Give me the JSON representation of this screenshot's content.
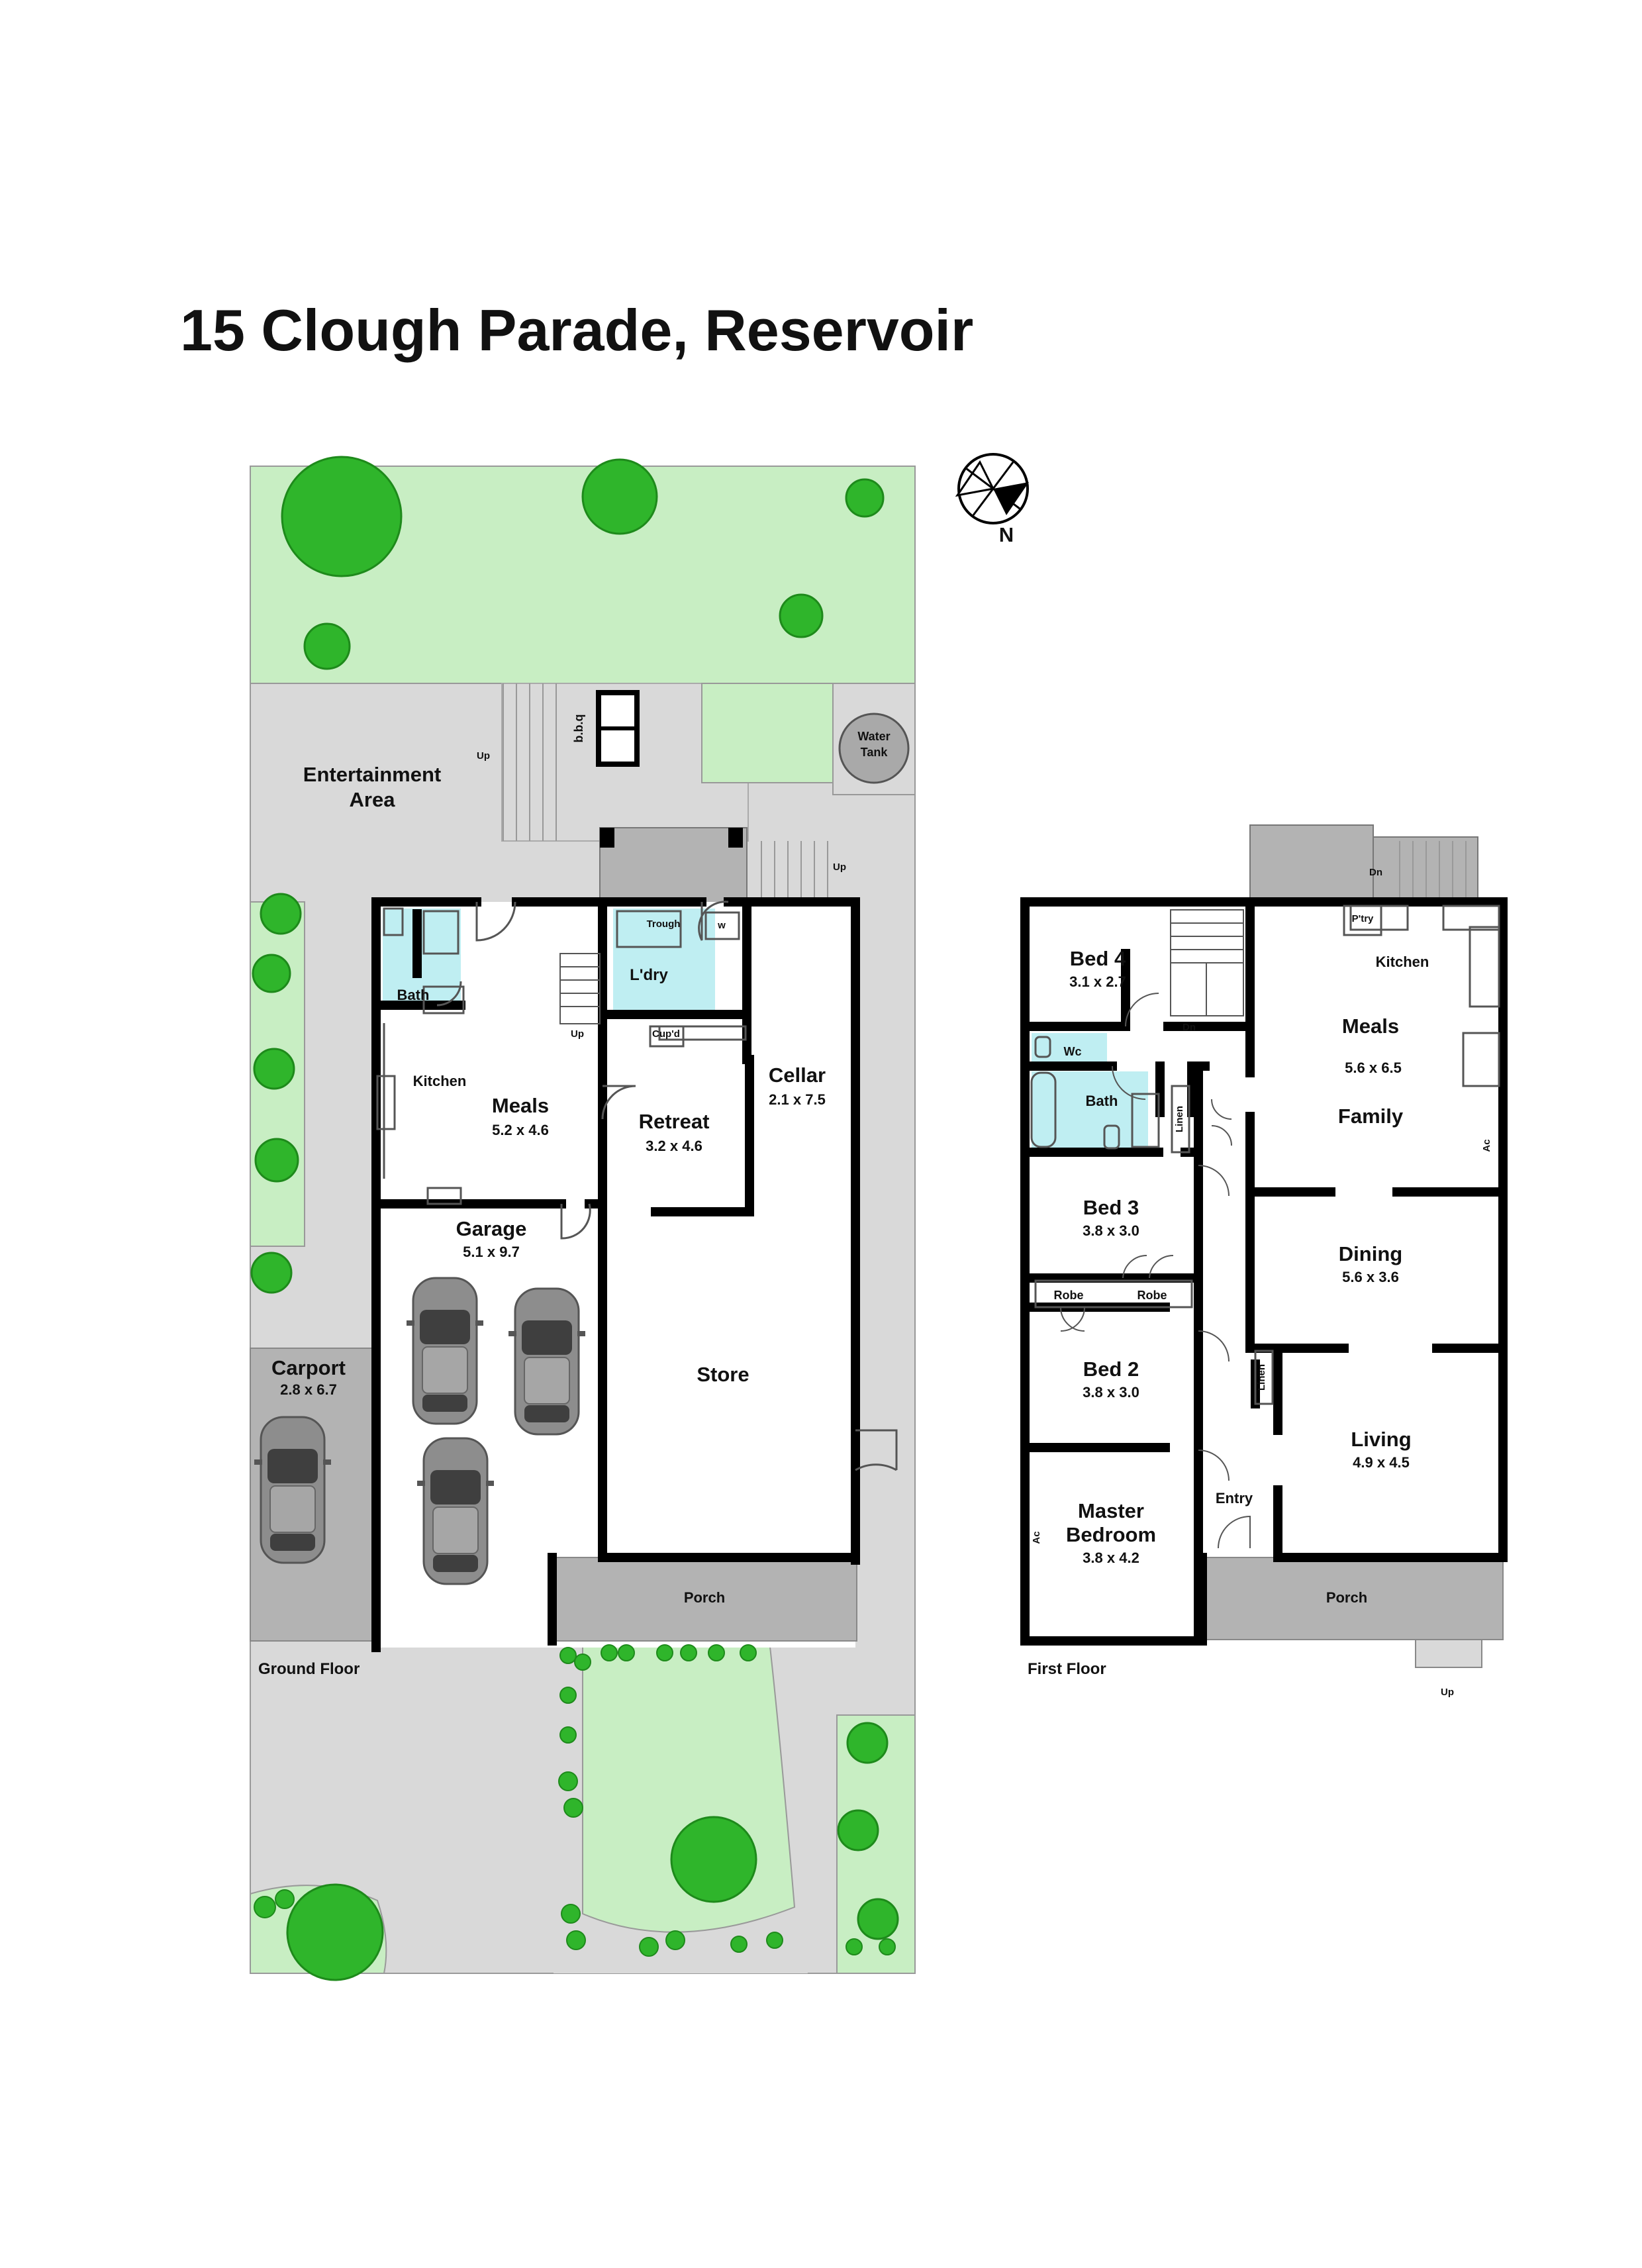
{
  "title": "15 Clough Parade, Reservoir",
  "compass": {
    "label": "N"
  },
  "ground_floor": {
    "label": "Ground Floor",
    "rooms": {
      "entertainment": "Entertainment\nArea",
      "water_tank": "Water\nTank",
      "bbq": "b.b.q",
      "bath": "Bath",
      "laundry": "L'dry",
      "trough": "Trough",
      "washer": "w",
      "cupboard": "Cup'd",
      "kitchen": "Kitchen",
      "meals": {
        "name": "Meals",
        "dims": "5.2 x 4.6"
      },
      "retreat": {
        "name": "Retreat",
        "dims": "3.2 x 4.6"
      },
      "cellar": {
        "name": "Cellar",
        "dims": "2.1 x 7.5"
      },
      "garage": {
        "name": "Garage",
        "dims": "5.1 x 9.7"
      },
      "store": "Store",
      "carport": {
        "name": "Carport",
        "dims": "2.8 x 6.7"
      },
      "porch": "Porch"
    },
    "stairs": {
      "up1": "Up",
      "up2": "Up",
      "up3": "Up"
    }
  },
  "first_floor": {
    "label": "First Floor",
    "rooms": {
      "bed4": {
        "name": "Bed 4",
        "dims": "3.1 x 2.7"
      },
      "bed3": {
        "name": "Bed 3",
        "dims": "3.8 x 3.0"
      },
      "bed2": {
        "name": "Bed 2",
        "dims": "3.8 x 3.0"
      },
      "master": {
        "name": "Master\nBedroom",
        "dims": "3.8 x 4.2"
      },
      "wc": "Wc",
      "bath": "Bath",
      "linen1": "Linen",
      "linen2": "Linen",
      "robe1": "Robe",
      "robe2": "Robe",
      "pantry": "P'try",
      "kitchen": "Kitchen",
      "meals": "Meals",
      "meals_family_dims": "5.6 x 6.5",
      "family": "Family",
      "dining": {
        "name": "Dining",
        "dims": "5.6 x 3.6"
      },
      "living": {
        "name": "Living",
        "dims": "4.9 x 4.5"
      },
      "entry": "Entry",
      "porch": "Porch",
      "ac1": "Ac",
      "ac2": "Ac"
    },
    "stairs": {
      "dn1": "Dn",
      "dn2": "Dn",
      "up": "Up"
    }
  },
  "colors": {
    "lawn": "#c8eec3",
    "tree": "#2fb52b",
    "paving": "#d9d9d9",
    "deck": "#b3b3b3",
    "wall": "#000000",
    "wet_area": "#bfeef2"
  }
}
